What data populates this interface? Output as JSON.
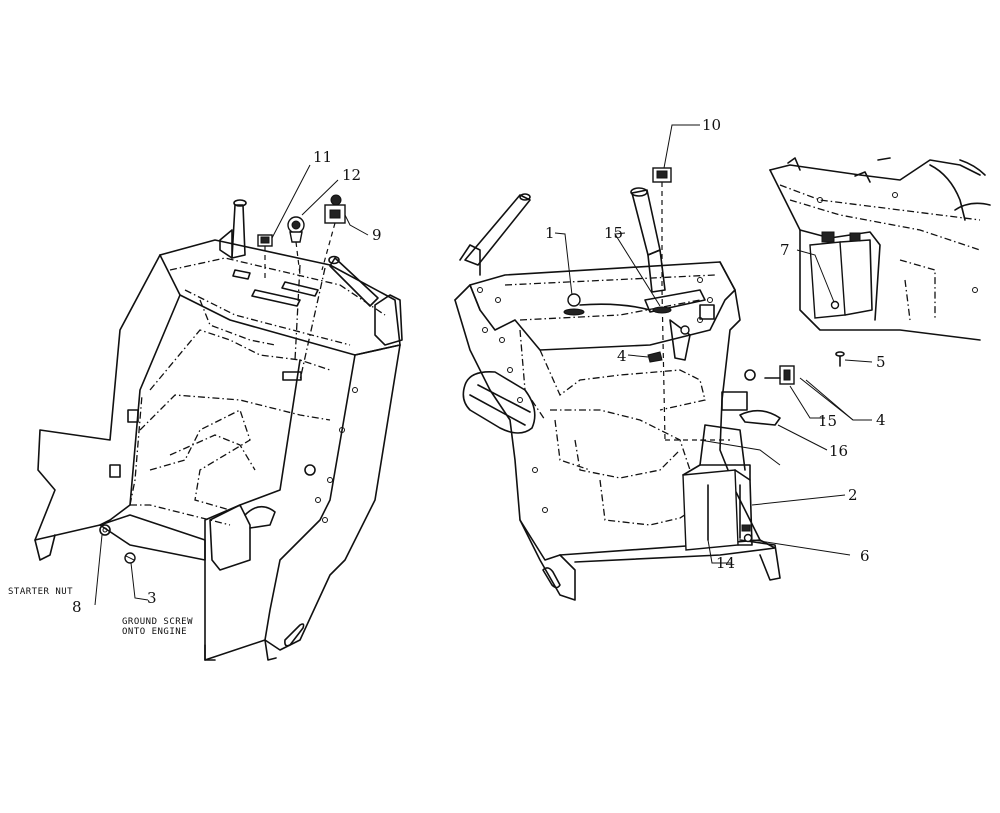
{
  "callouts": {
    "c1": "1",
    "c2": "2",
    "c3": "3",
    "c4a": "4",
    "c4b": "4",
    "c5": "5",
    "c6": "6",
    "c7": "7",
    "c8": "8",
    "c9": "9",
    "c10": "10",
    "c11": "11",
    "c12": "12",
    "c14": "14",
    "c15a": "15",
    "c15b": "15",
    "c16": "16"
  },
  "notes": {
    "starter_nut": "STARTER NUT",
    "ground_screw_line1": "GROUND SCREW",
    "ground_screw_line2": "ONTO ENGINE"
  }
}
